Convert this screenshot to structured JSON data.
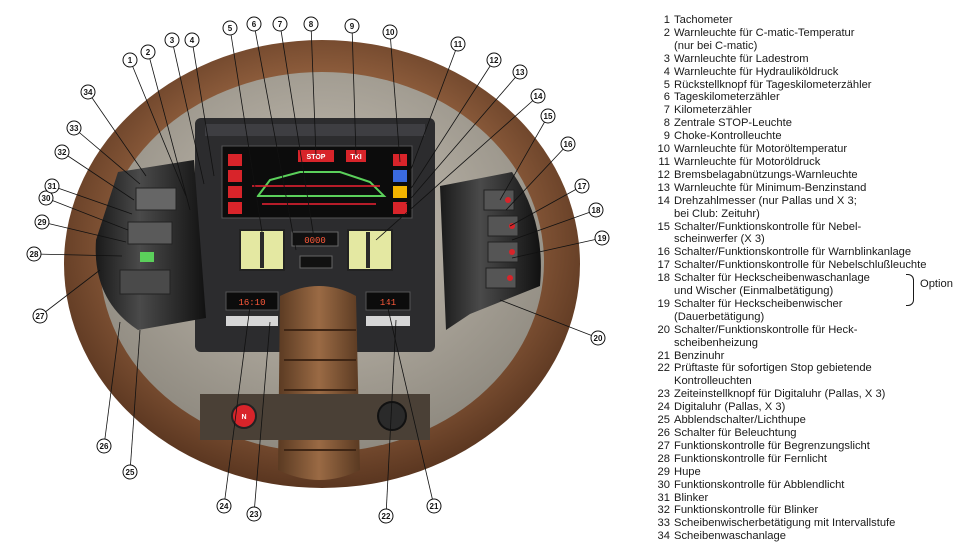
{
  "diagram": {
    "lcd_stop": "STOP",
    "lcd_temp": "TKI",
    "clock_digits": "16:10",
    "odometer_digits": "0000",
    "trip_digits": "141",
    "start_button": "N",
    "callouts": [
      "1",
      "2",
      "3",
      "4",
      "5",
      "6",
      "7",
      "8",
      "9",
      "10",
      "11",
      "12",
      "13",
      "14",
      "15",
      "16",
      "17",
      "18",
      "19",
      "20",
      "21",
      "22",
      "23",
      "24",
      "25",
      "26",
      "27",
      "28",
      "29",
      "30",
      "31",
      "32",
      "33",
      "34"
    ]
  },
  "legend": {
    "items": [
      {
        "num": "1",
        "text": "Tachometer"
      },
      {
        "num": "2",
        "text": "Warnleuchte für C-matic-Temperatur"
      },
      {
        "num": "",
        "text": "(nur bei C-matic)"
      },
      {
        "num": "3",
        "text": "Warnleuchte für Ladestrom"
      },
      {
        "num": "4",
        "text": "Warnleuchte für Hydrauliköldruck"
      },
      {
        "num": "5",
        "text": "Rückstellknopf für Tageskilometerzähler"
      },
      {
        "num": "6",
        "text": "Tageskilometerzähler"
      },
      {
        "num": "7",
        "text": "Kilometerzähler"
      },
      {
        "num": "8",
        "text": "Zentrale STOP-Leuchte"
      },
      {
        "num": "9",
        "text": "Choke-Kontrolleuchte"
      },
      {
        "num": "10",
        "text": "Warnleuchte für Motoröltemperatur"
      },
      {
        "num": "11",
        "text": "Warnleuchte für Motoröldruck"
      },
      {
        "num": "12",
        "text": "Bremsbelagabnützungs-Warnleuchte"
      },
      {
        "num": "13",
        "text": "Warnleuchte für Minimum-Benzinstand"
      },
      {
        "num": "14",
        "text": "Drehzahlmesser (nur Pallas und X 3;"
      },
      {
        "num": "",
        "text": "bei Club: Zeituhr)"
      },
      {
        "num": "15",
        "text": "Schalter/Funktionskontrolle für Nebel-"
      },
      {
        "num": "",
        "text": "scheinwerfer (X 3)"
      },
      {
        "num": "16",
        "text": "Schalter/Funktionskontrolle für Warnblinkanlage"
      },
      {
        "num": "17",
        "text": "Schalter/Funktionskontrolle für Nebelschlußleuchte"
      },
      {
        "num": "18",
        "text": "Schalter für Heckscheibenwaschanlage"
      },
      {
        "num": "",
        "text": "und Wischer (Einmalbetätigung)"
      },
      {
        "num": "19",
        "text": "Schalter für Heckscheibenwischer"
      },
      {
        "num": "",
        "text": "(Dauerbetätigung)"
      },
      {
        "num": "20",
        "text": "Schalter/Funktionskontrolle für Heck-"
      },
      {
        "num": "",
        "text": "scheibenheizung"
      },
      {
        "num": "21",
        "text": "Benzinuhr"
      },
      {
        "num": "22",
        "text": "Prüftaste für sofortigen Stop gebietende"
      },
      {
        "num": "",
        "text": "Kontrolleuchten"
      },
      {
        "num": "23",
        "text": "Zeiteinstellknopf für Digitaluhr (Pallas, X 3)"
      },
      {
        "num": "24",
        "text": "Digitaluhr (Pallas, X 3)"
      },
      {
        "num": "25",
        "text": "Abblendschalter/Lichthupe"
      },
      {
        "num": "26",
        "text": "Schalter für Beleuchtung"
      },
      {
        "num": "27",
        "text": "Funktionskontrolle für Begrenzungslicht"
      },
      {
        "num": "28",
        "text": "Funktionskontrolle für Fernlicht"
      },
      {
        "num": "29",
        "text": "Hupe"
      },
      {
        "num": "30",
        "text": "Funktionskontrolle für Abblendlicht"
      },
      {
        "num": "31",
        "text": "Blinker"
      },
      {
        "num": "32",
        "text": "Funktionskontrolle für Blinker"
      },
      {
        "num": "33",
        "text": "Scheibenwischerbetätigung mit Intervallstufe"
      },
      {
        "num": "34",
        "text": "Scheibenwaschanlage"
      }
    ],
    "option_label": "Option"
  }
}
